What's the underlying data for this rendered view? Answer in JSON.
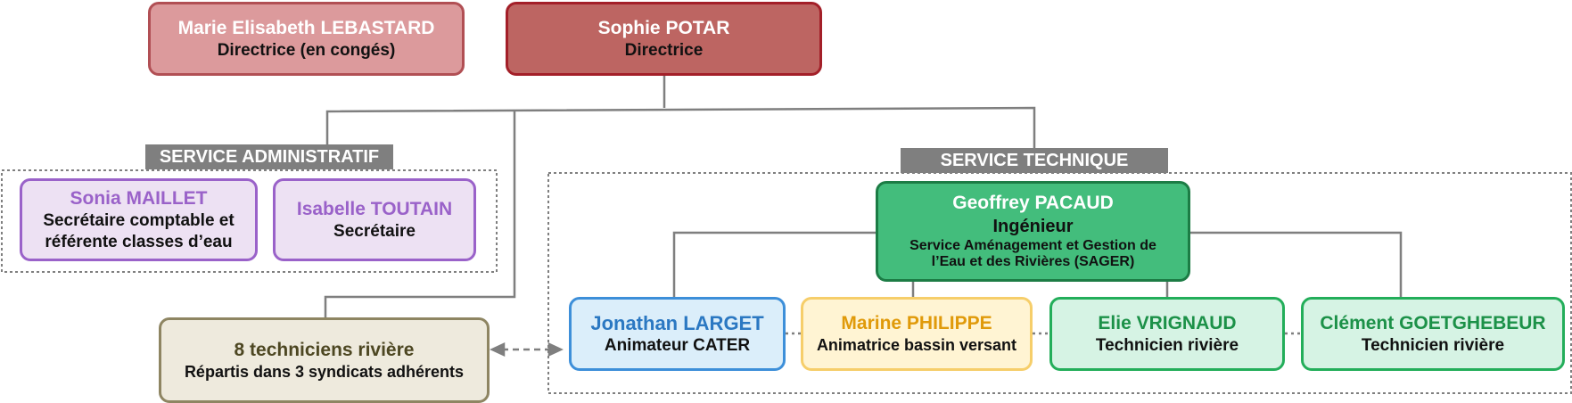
{
  "direction": {
    "on_leave": {
      "name": "Marie Elisabeth LEBASTARD",
      "role": "Directrice (en congés)"
    },
    "director": {
      "name": "Sophie POTAR",
      "role": "Directrice"
    }
  },
  "service_administratif": {
    "header": "SERVICE ADMINISTRATIF",
    "members": [
      {
        "name": "Sonia MAILLET",
        "role_line1": "Secrétaire comptable et",
        "role_line2": "référente classes d’eau"
      },
      {
        "name": "Isabelle TOUTAIN",
        "role": "Secrétaire"
      }
    ]
  },
  "river_technicians": {
    "title": "8 techniciens rivière",
    "subtitle": "Répartis dans 3 syndicats adhérents"
  },
  "service_technique": {
    "header": "SERVICE TECHNIQUE",
    "lead": {
      "name": "Geoffrey PACAUD",
      "role": "Ingénieur",
      "unit_line1": "Service Aménagement et Gestion de",
      "unit_line2": "l’Eau et des Rivières (SAGER)"
    },
    "members": [
      {
        "name": "Jonathan LARGET",
        "role": "Animateur CATER"
      },
      {
        "name": "Marine PHILIPPE",
        "role": "Animatrice bassin versant"
      },
      {
        "name": "Elie VRIGNAUD",
        "role": "Technicien rivière"
      },
      {
        "name": "Clément GOETGHEBEUR",
        "role": "Technicien rivière"
      }
    ]
  },
  "colors": {
    "connector": "#7f7f7f",
    "director": "#bd6562",
    "admin": "#9a62c9",
    "tech_lead": "#43bd7c"
  }
}
